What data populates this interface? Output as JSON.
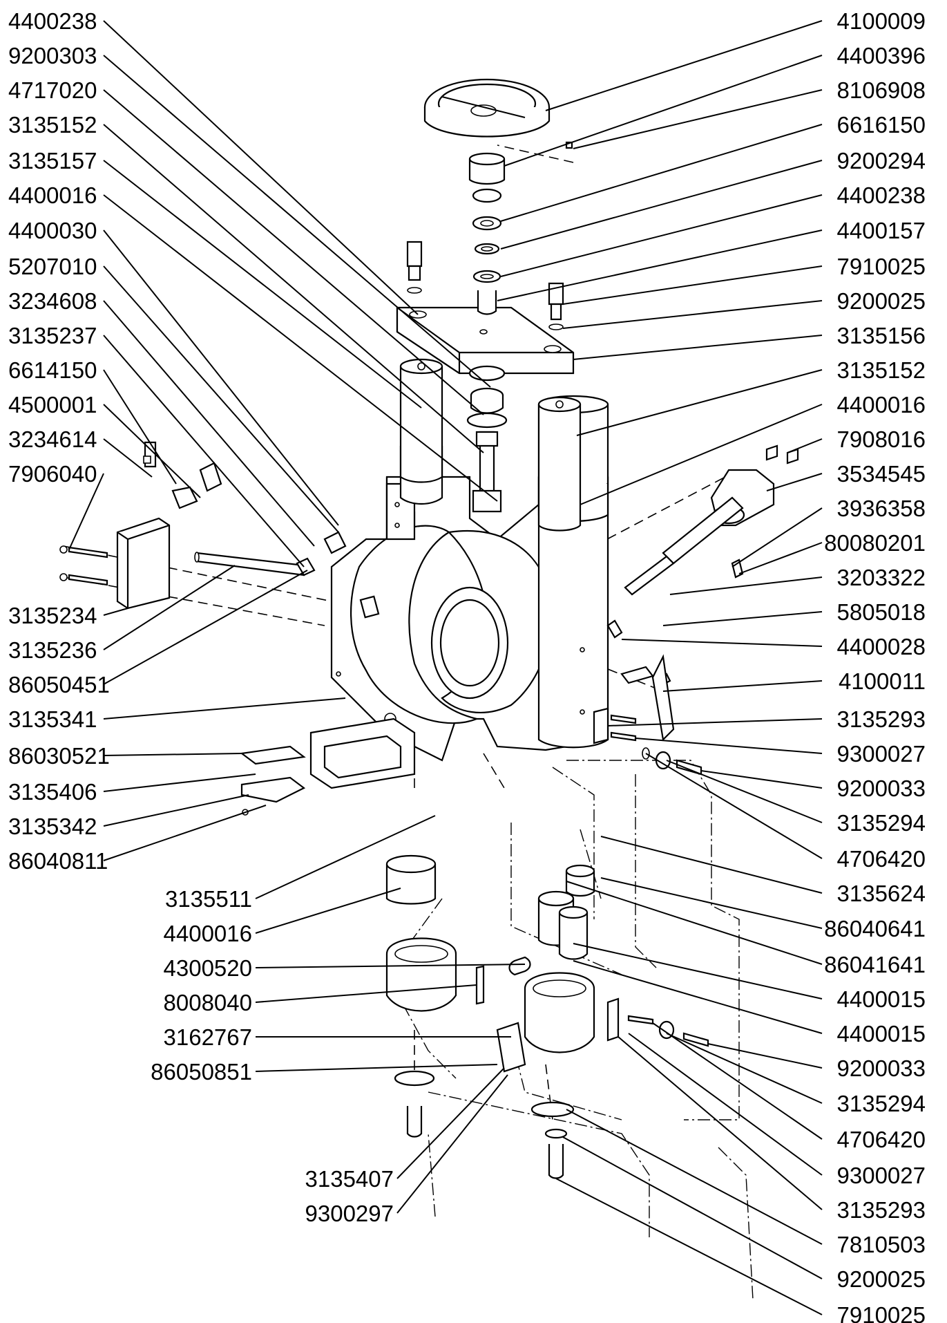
{
  "labels_left": [
    "4400238",
    "9200303",
    "4717020",
    "3135152",
    "3135157",
    "4400016",
    "4400030",
    "5207010",
    "3234608",
    "3135237",
    "6614150",
    "4500001",
    "3234614",
    "7906040",
    "3135234",
    "3135236",
    "86050451",
    "3135341",
    "86030521",
    "3135406",
    "3135342",
    "86040811"
  ],
  "labels_inner": [
    "3135511",
    "4400016",
    "4300520",
    "8008040",
    "3162767",
    "86050851",
    "3135407",
    "9300297"
  ],
  "labels_right": [
    "4100009",
    "4400396",
    "8106908",
    "6616150",
    "9200294",
    "4400238",
    "4400157",
    "7910025",
    "9200025",
    "3135156",
    "3135152",
    "4400016",
    "7908016",
    "3534545",
    "3936358",
    "80080201",
    "3203322",
    "5805018",
    "4400028",
    "4100011",
    "3135293",
    "9300027",
    "9200033",
    "3135294",
    "4706420",
    "3135624",
    "86040641",
    "86041641",
    "4400015",
    "4400015",
    "9200033",
    "3135294",
    "4706420",
    "9300027",
    "3135293",
    "7810503",
    "9200025",
    "7910025"
  ]
}
